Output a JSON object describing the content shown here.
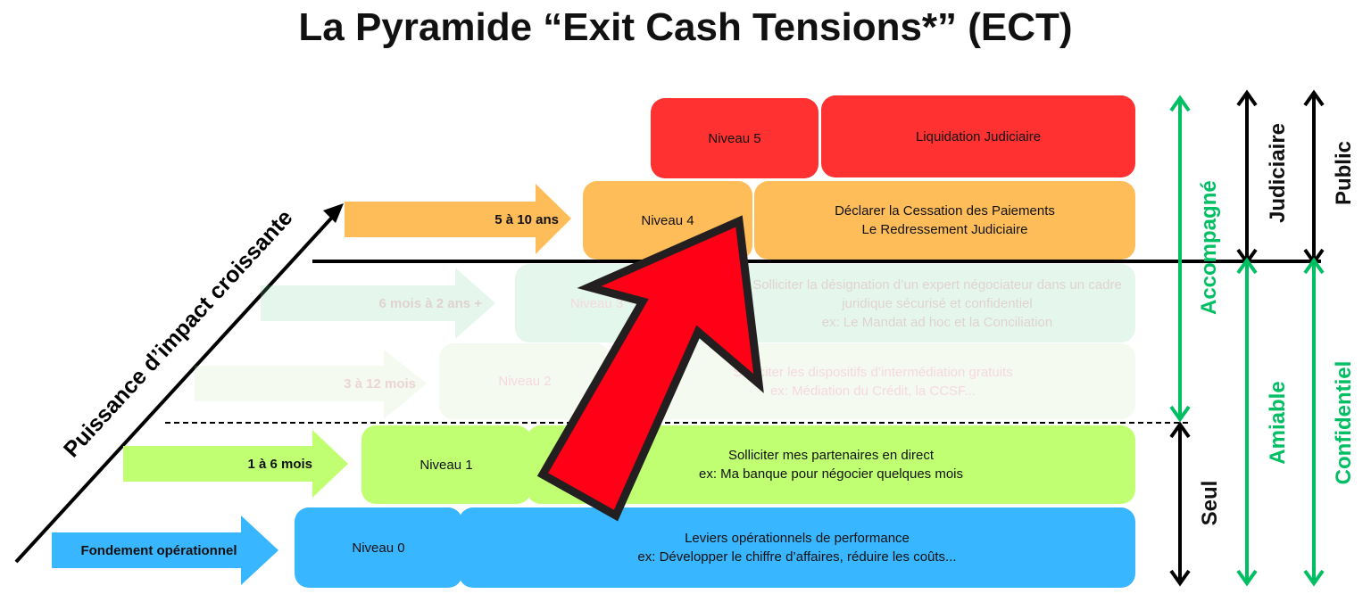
{
  "title": "La Pyramide “Exit Cash Tensions*” (ECT)",
  "axis_label": "Puissance d’impact croissante",
  "levels": [
    {
      "level": "Niveau 0",
      "duration": "Fondement opérationnel",
      "line1": "Leviers opérationnels de performance",
      "line2": "ex: Développer le chiffre d’affaires, réduire les coûts...",
      "color": "#38b6ff"
    },
    {
      "level": "Niveau 1",
      "duration": "1 à 6 mois",
      "line1": "Solliciter mes partenaires en direct",
      "line2": "ex: Ma banque pour négocier quelques mois",
      "color": "#c1ff72"
    },
    {
      "level": "Niveau 2",
      "duration": "3 à 12 mois",
      "line1": "Solliciter les dispositifs d’intermédiation gratuits",
      "line2": "ex: Médiation du Crédit, la CCSF...",
      "color": "#c9e8b5"
    },
    {
      "level": "Niveau 3",
      "duration": "6 mois à 2 ans +",
      "line1": "Solliciter la désignation d’un expert négociateur dans un cadre juridique sécurisé et confidentiel",
      "line2": "ex: Le Mandat ad hoc et la Conciliation",
      "color": "#7ed9a6"
    },
    {
      "level": "Niveau 4",
      "duration": "5 à 10 ans",
      "line1": "Déclarer la Cessation des Paiements",
      "line2": "Le Redressement Judiciaire",
      "color": "#ffbd59"
    },
    {
      "level": "Niveau 5",
      "duration": "",
      "line1": "Liquidation Judiciaire",
      "line2": "",
      "color": "#ff3131"
    }
  ],
  "side": {
    "seul": "Seul",
    "accompagne": "Accompagné",
    "amiable": "Amiable",
    "judiciaire": "Judiciaire",
    "confidentiel": "Confidentiel",
    "public": "Public"
  },
  "colors": {
    "green": "#00bf63",
    "red_arrow": "#ff0016"
  }
}
